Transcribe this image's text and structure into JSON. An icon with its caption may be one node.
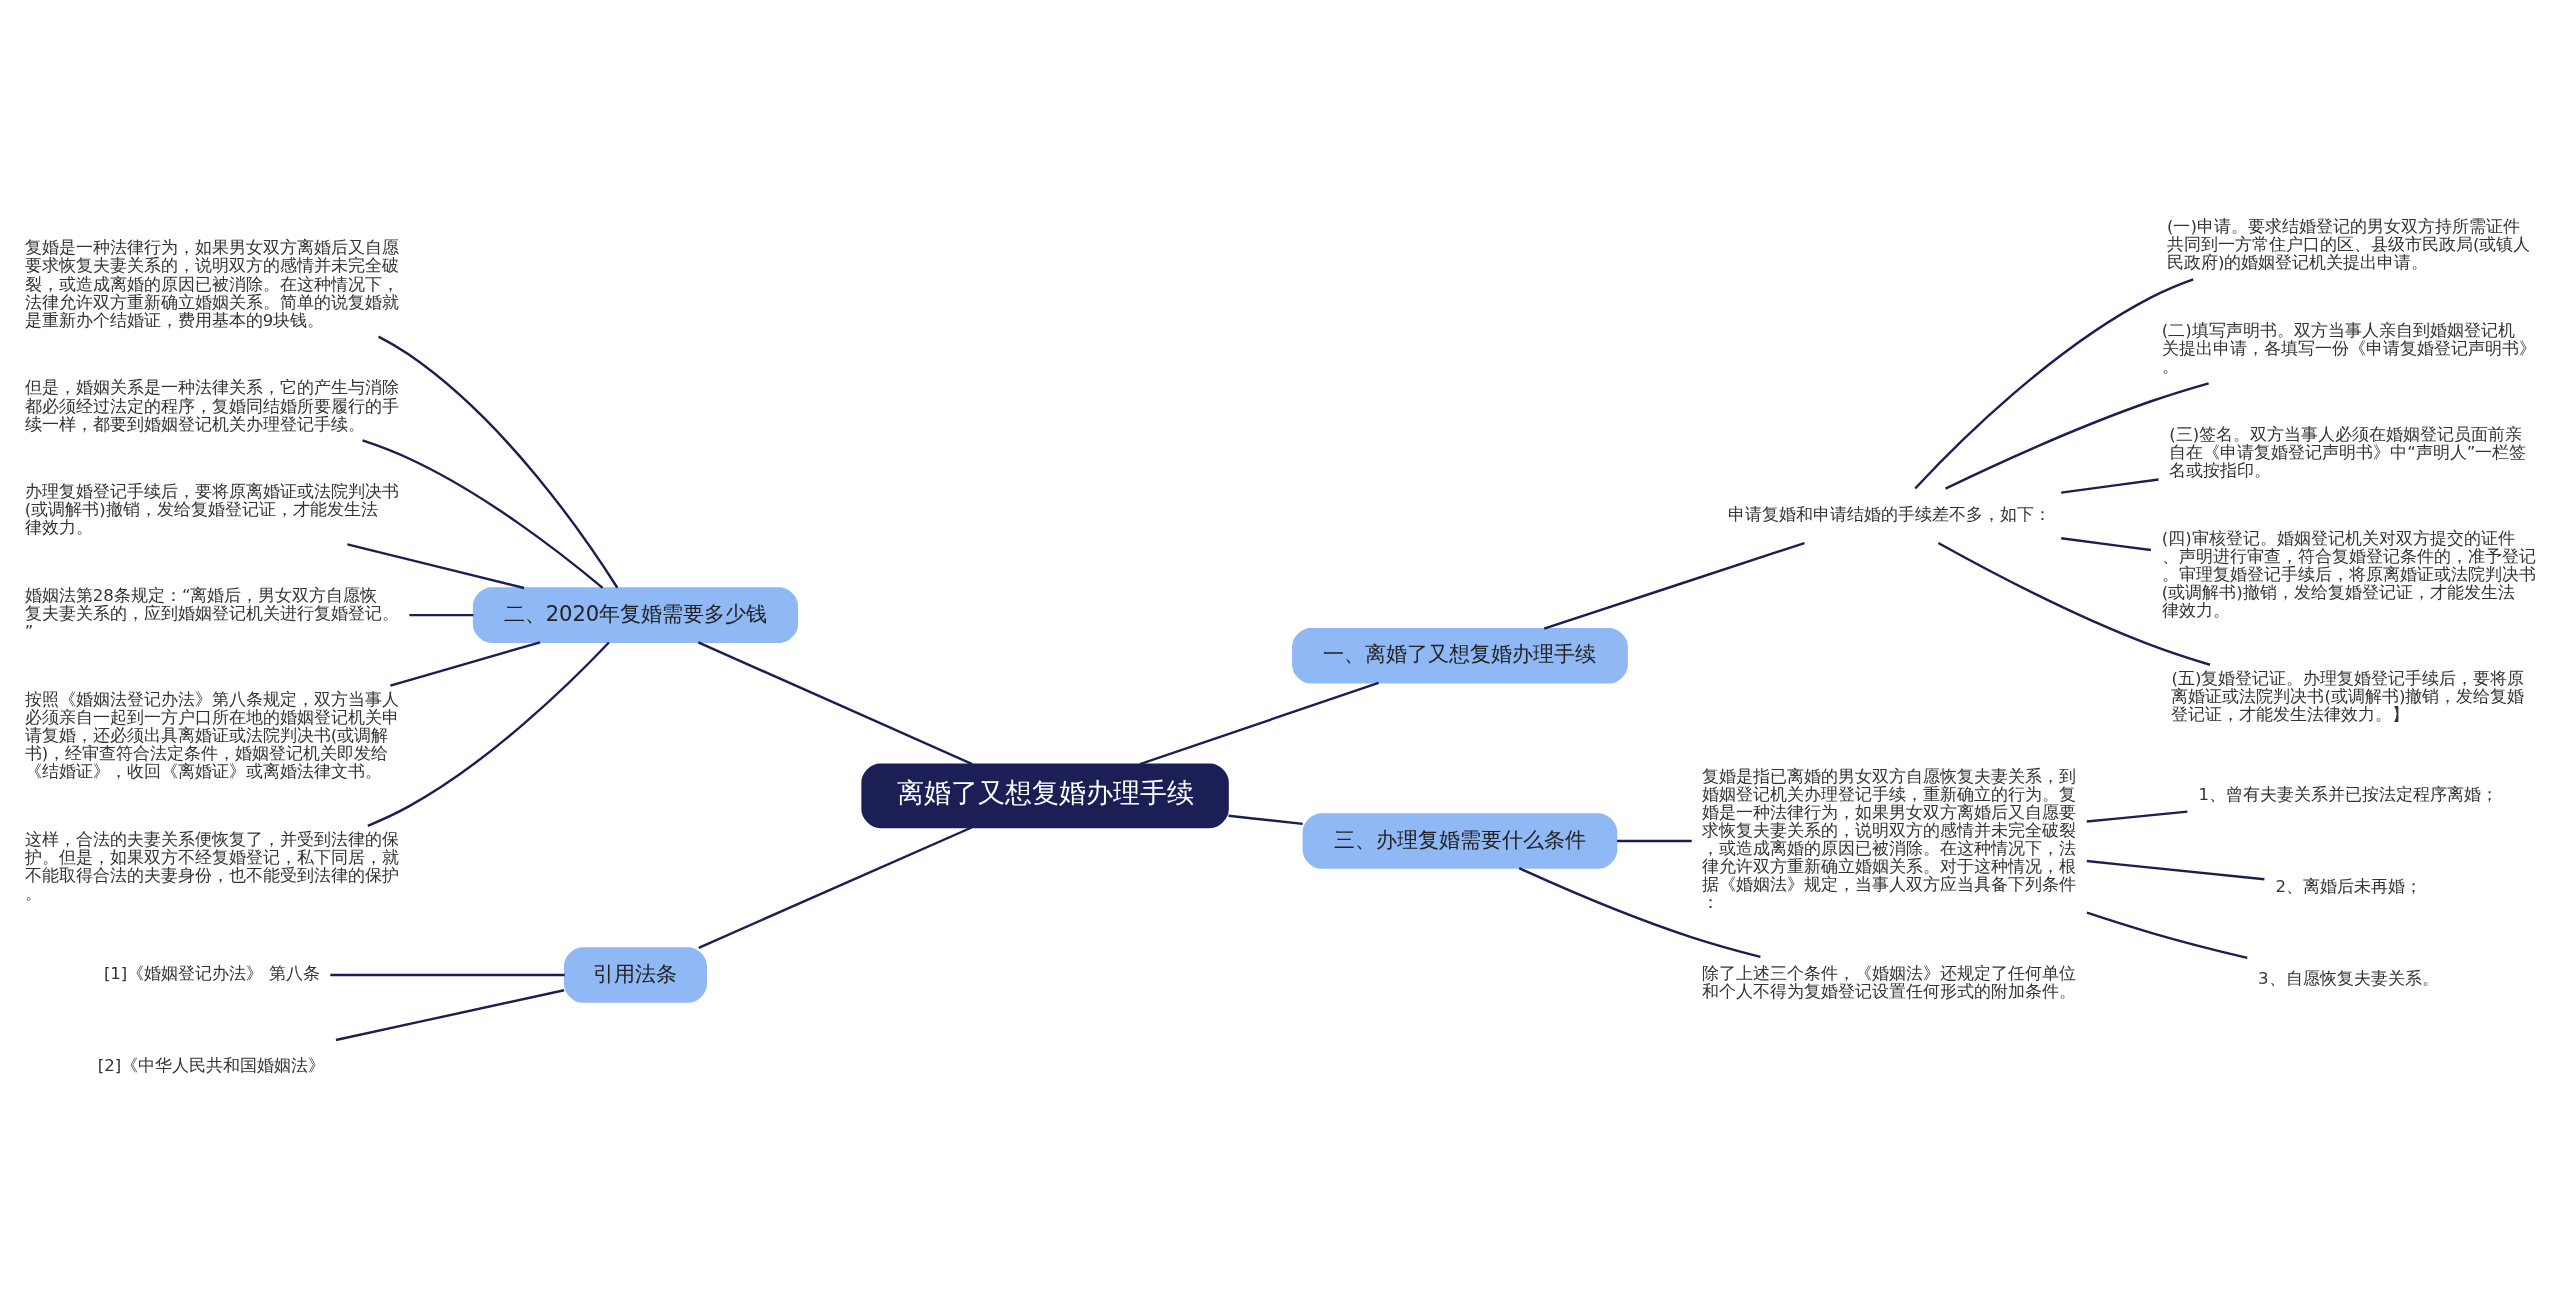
{
  "diagram": {
    "nodes": [
      {
        "text": [
          "离婚了又想复婚办理手续"
        ]
      },
      {
        "text": [
          "一、离婚了又想复婚办理手续"
        ]
      },
      {
        "text": [
          "申请复婚和申请结婚的手续差不多，如下："
        ]
      },
      {
        "text": [
          "(一)申请。要求结婚登记的男女双方持所需证件共同到一方常住户口的区、县级市民政局(或镇人民政府)的婚姻登记机关提出申请。"
        ]
      },
      {
        "text": [
          "(二)填写声明书。双方当事人亲自到婚姻登记机关提出申请，各填写一份《申请复婚登记声明书》。"
        ]
      },
      {
        "text": [
          "(三)签名。双方当事人必须在婚姻登记员面前亲自在《申请复婚登记声明书》中“声明人”一栏签名或按指印。"
        ]
      },
      {
        "text": [
          "(四)审核登记。婚姻登记机关对双方提交的证件、声明进行审查，符合复婚登记条件的，准予登记。审理复婚登记手续后，将原离婚证或法院判决书(或调解书)撤销，发给复婚登记证，才能发生法律效力。"
        ]
      },
      {
        "text": [
          "(五)复婚登记证。办理复婚登记手续后，要将原离婚证或法院判决书(或调解书)撤销，发给复婚登记证，才能发生法律效力。】"
        ]
      },
      {
        "text": [
          "二、2020年复婚需要多少钱"
        ]
      },
      {
        "text": [
          "复婚是一种法律行为，如果男女双方离婚后又自愿要求恢复夫妻关系的，说明双方的感情并未完全破裂，或造成离婚的原因已被消除。在这种情况下，法律允许双方重新确立婚姻关系。简单的说复婚就是重新办个结婚证，费用基本的9块钱。"
        ]
      },
      {
        "text": [
          "但是，婚姻关系是一种法律关系，它的产生与消除都必须经过法定的程序，复婚同结婚所要履行的手续一样，都要到婚姻登记机关办理登记手续。"
        ]
      },
      {
        "text": [
          "办理复婚登记手续后，要将原离婚证或法院判决书(或调解书)撤销，发给复婚登记证，才能发生法律效力。"
        ]
      },
      {
        "text": [
          "婚姻法第28条规定：“离婚后，男女双方自愿恢复夫妻关系的，应到婚姻登记机关进行复婚登记。”"
        ]
      },
      {
        "text": [
          "按照《婚姻法登记办法》第八条规定，双方当事人必须亲自一起到一方户口所在地的婚姻登记机关申请复婚，还必须出具离婚证或法院判决书(或调解书)，经审查符合法定条件，婚姻登记机关即发给《结婚证》，收回《离婚证》或离婚法律文书。"
        ]
      },
      {
        "text": [
          "这样，合法的夫妻关系便恢复了，并受到法律的保护。但是，如果双方不经复婚登记，私下同居，就不能取得合法的夫妻身份，也不能受到法律的保护。"
        ]
      },
      {
        "text": [
          "三、办理复婚需要什么条件"
        ]
      },
      {
        "text": [
          "复婚是指已离婚的男女双方自愿恢复夫妻关系，到婚姻登记机关办理登记手续，重新确立的行为。复婚是一种法律行为，如果男女双方离婚后又自愿要求恢复夫妻关系的，说明双方的感情并未完全破裂，或造成离婚的原因已被消除。在这种情况下，法律允许双方重新确立婚姻关系。对于这种情况，根据《婚姻法》规定，当事人双方应当具备下列条件："
        ]
      },
      {
        "text": [
          "1、曾有夫妻关系并已按法定程序离婚；"
        ]
      },
      {
        "text": [
          "2、离婚后未再婚；"
        ]
      },
      {
        "text": [
          "3、自愿恢复夫妻关系。"
        ]
      },
      {
        "text": [
          "除了上述三个条件，《婚姻法》还规定了任何单位和个人不得为复婚登记设置任何形式的附加条件。"
        ]
      },
      {
        "text": [
          "引用法条"
        ]
      },
      {
        "text": [
          "[1]《婚姻登记办法》 第八条"
        ]
      },
      {
        "text": [
          "[2]《中华人民共和国婚姻法》"
        ]
      }
    ],
    "edges": [
      {
        "from": 0,
        "to": 1,
        "arrow": "none"
      },
      {
        "from": 1,
        "to": 2,
        "arrow": "none"
      },
      {
        "from": 2,
        "to": 3,
        "arrow": "none"
      },
      {
        "from": 2,
        "to": 4,
        "arrow": "none"
      },
      {
        "from": 2,
        "to": 5,
        "arrow": "none"
      },
      {
        "from": 2,
        "to": 6,
        "arrow": "none"
      },
      {
        "from": 2,
        "to": 7,
        "arrow": "none"
      },
      {
        "from": 0,
        "to": 8,
        "arrow": "none"
      },
      {
        "from": 8,
        "to": 9,
        "arrow": "none"
      },
      {
        "from": 8,
        "to": 10,
        "arrow": "none"
      },
      {
        "from": 8,
        "to": 11,
        "arrow": "none"
      },
      {
        "from": 8,
        "to": 12,
        "arrow": "none"
      },
      {
        "from": 8,
        "to": 13,
        "arrow": "none"
      },
      {
        "from": 8,
        "to": 14,
        "arrow": "none"
      },
      {
        "from": 0,
        "to": 15,
        "arrow": "none"
      },
      {
        "from": 15,
        "to": 16,
        "arrow": "none"
      },
      {
        "from": 16,
        "to": 17,
        "arrow": "none"
      },
      {
        "from": 16,
        "to": 18,
        "arrow": "none"
      },
      {
        "from": 16,
        "to": 19,
        "arrow": "none"
      },
      {
        "from": 15,
        "to": 20,
        "arrow": "none"
      },
      {
        "from": 0,
        "to": 21,
        "arrow": "none"
      },
      {
        "from": 21,
        "to": 22,
        "arrow": "none"
      },
      {
        "from": 21,
        "to": 23,
        "arrow": "none"
      }
    ]
  }
}
